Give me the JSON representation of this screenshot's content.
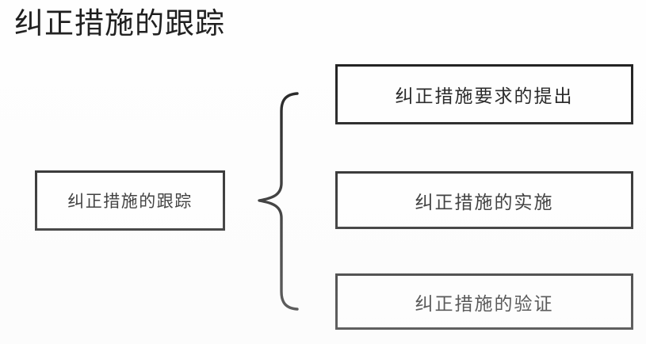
{
  "title": "纠正措施的跟踪",
  "diagram": {
    "type": "bracket-breakdown",
    "source": {
      "label": "纠正措施的跟踪"
    },
    "connector": {
      "kind": "curly-brace",
      "orientation": "right-opening"
    },
    "children": [
      {
        "label": "纠正措施要求的提出"
      },
      {
        "label": "纠正措施的实施"
      },
      {
        "label": "纠正措施的验证"
      }
    ]
  },
  "colors": {
    "background": "#fefefe",
    "ink": "#141414",
    "border": "#141414",
    "title": "#1b1b1b"
  }
}
